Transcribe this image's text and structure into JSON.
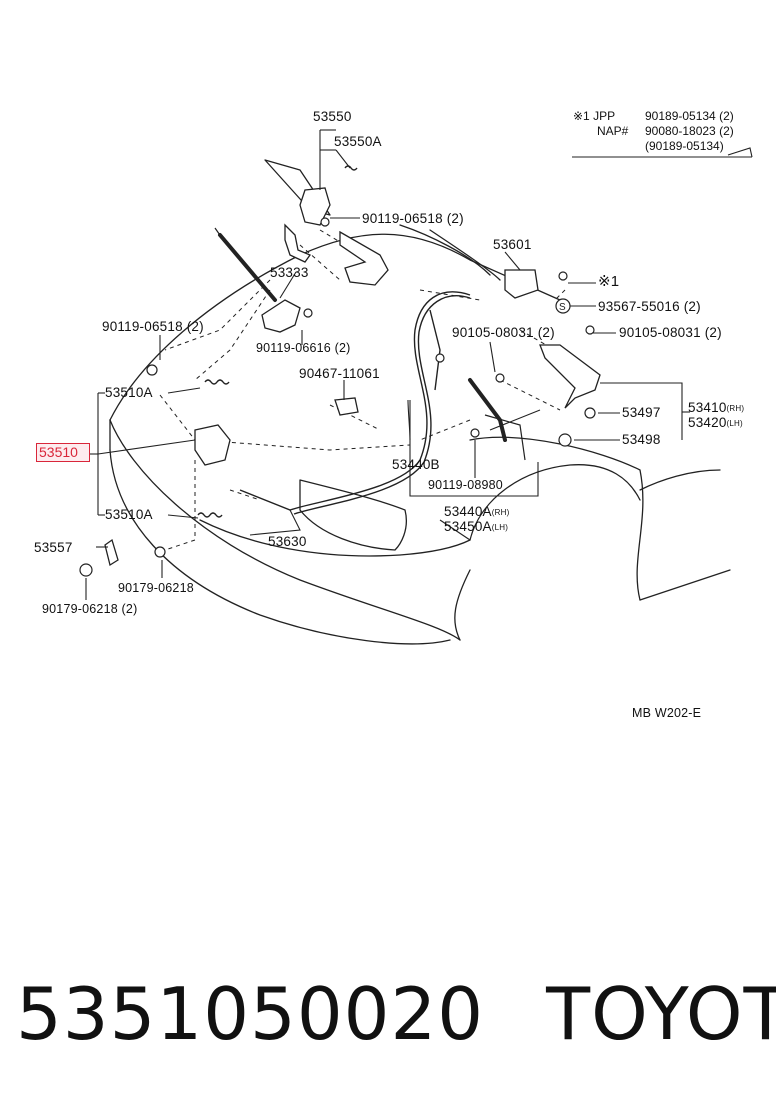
{
  "notes": {
    "jpp_label": "※1 JPP",
    "jpp_part": "90189-05134 (2)",
    "nap_label": "NAP#",
    "nap_part": "90080-18023 (2)",
    "nap_alt": "(90189-05134)"
  },
  "labels": {
    "p53550": "53550",
    "p53550a": "53550A",
    "p90119_06518_a": "90119-06518 (2)",
    "p53601": "53601",
    "p_mark1": "※1",
    "p93567": "93567-55016 (2)",
    "p90105_a": "90105-08031 (2)",
    "p90105_b": "90105-08031 (2)",
    "p53333": "53333",
    "p90119_06518_b": "90119-06518 (2)",
    "p90119_06616": "90119-06616 (2)",
    "p90467": "90467-11061",
    "p53510a_top": "53510A",
    "p53510": "53510",
    "p53510a_bottom": "53510A",
    "p53497": "53497",
    "p53410": "53410",
    "p53410_sub": "(RH)",
    "p53420": "53420",
    "p53420_sub": "(LH)",
    "p53498": "53498",
    "p53440b": "53440B",
    "p90119_08980": "90119-08980",
    "p53440a": "53440A",
    "p53440a_sub": "(RH)",
    "p53450a": "53450A",
    "p53450a_sub": "(LH)",
    "p53557": "53557",
    "p53630": "53630",
    "p90179_a": "90179-06218",
    "p90179_b": "90179-06218 (2)",
    "code": "MB  W202-E"
  },
  "footer": {
    "part_number": "5351050020",
    "brand": "TOYOTA"
  },
  "colors": {
    "highlight": "#d9263a",
    "line": "#222222"
  }
}
